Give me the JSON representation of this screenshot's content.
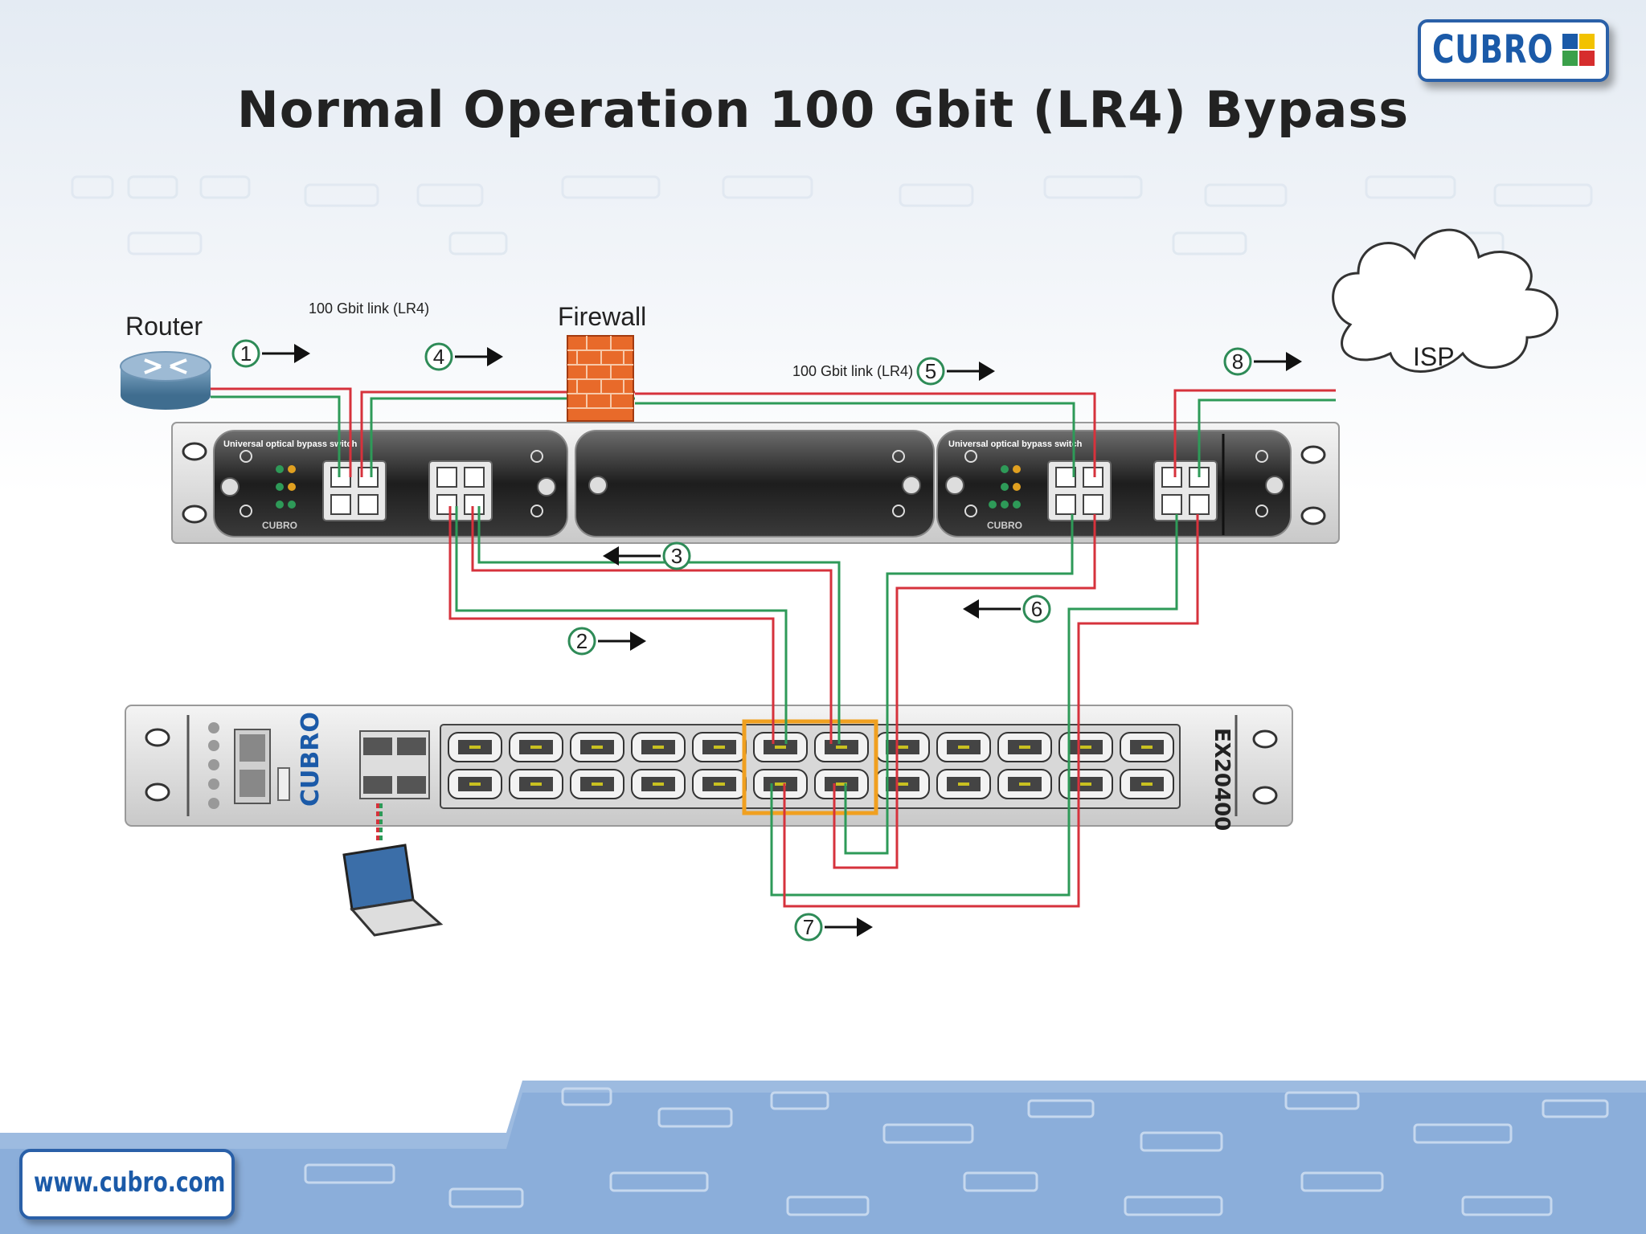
{
  "title": "Normal Operation 100 Gbit (LR4) Bypass",
  "brand": {
    "logo_text": "CUBRO",
    "website": "www.cubro.com",
    "accent": "#1b5aa8"
  },
  "labels": {
    "router": "Router",
    "firewall": "Firewall",
    "isp": "ISP",
    "link_left": "100 Gbit link (LR4)",
    "link_mid": "100 Gbit link (LR4)",
    "switch_model": "EX20400",
    "bypass_module_label": "Universal optical bypass switch",
    "module_brand": "CUBRO",
    "switch_brand": "CUBRO"
  },
  "steps": [
    {
      "num": "1",
      "direction": "right"
    },
    {
      "num": "2",
      "direction": "right"
    },
    {
      "num": "3",
      "direction": "left"
    },
    {
      "num": "4",
      "direction": "right"
    },
    {
      "num": "5",
      "direction": "right"
    },
    {
      "num": "6",
      "direction": "left"
    },
    {
      "num": "7",
      "direction": "right"
    },
    {
      "num": "8",
      "direction": "right"
    }
  ],
  "colors": {
    "fiber_red": "#d6323c",
    "fiber_green": "#2e9a58",
    "highlight": "#f0a020",
    "step_circle": "#2e8b57"
  }
}
